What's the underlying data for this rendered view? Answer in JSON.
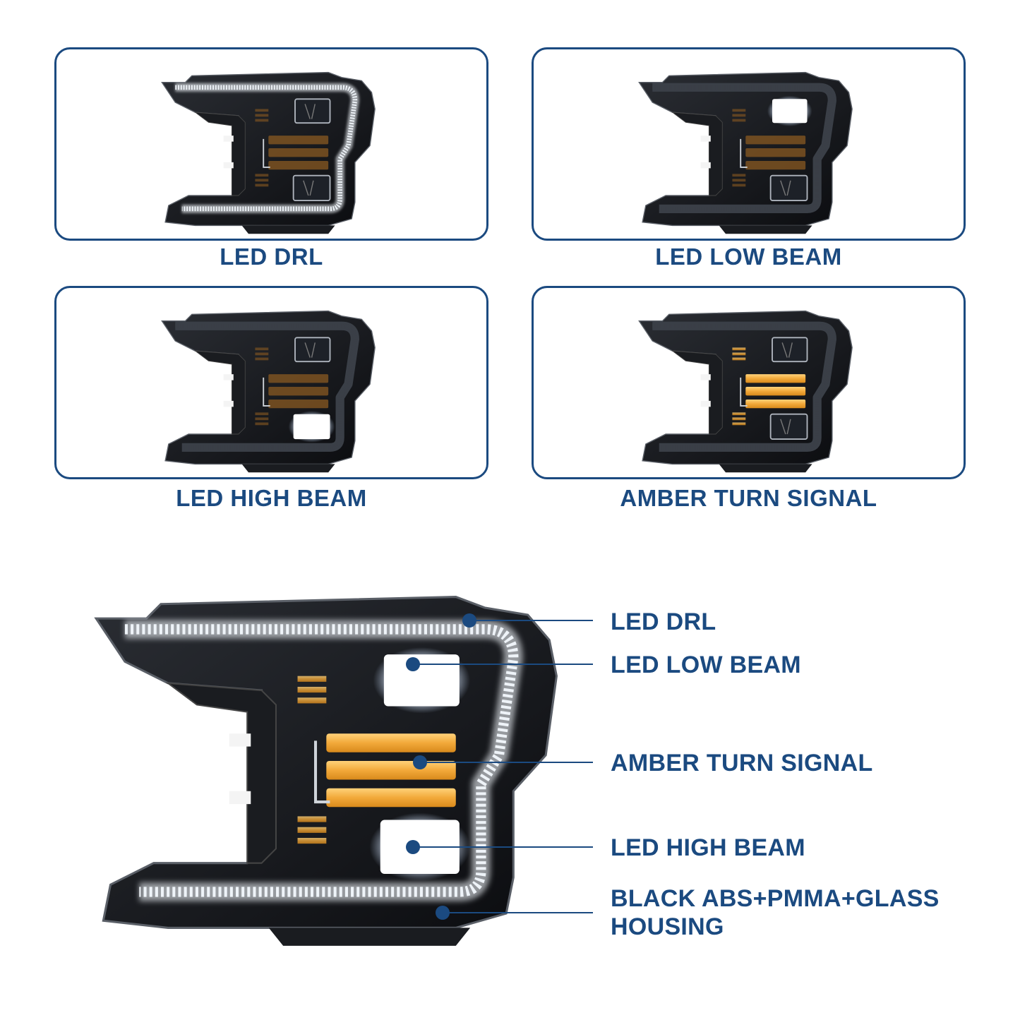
{
  "colors": {
    "brand_navy": "#1b4a80",
    "housing_black": "#121418",
    "drl_white": "#eef3f8",
    "amber": "#f2a93a",
    "amber_dim": "#8a5a22"
  },
  "modes": [
    {
      "label": "LED DRL",
      "drl": true,
      "low": false,
      "high": false,
      "amber": false
    },
    {
      "label": "LED LOW BEAM",
      "drl": false,
      "low": true,
      "high": false,
      "amber": false
    },
    {
      "label": "LED HIGH BEAM",
      "drl": false,
      "low": false,
      "high": true,
      "amber": false
    },
    {
      "label": "AMBER TURN SIGNAL",
      "drl": false,
      "low": false,
      "high": false,
      "amber": true
    }
  ],
  "diagram": {
    "callouts": [
      {
        "id": "drl",
        "label": "LED DRL"
      },
      {
        "id": "low-beam",
        "label": "LED LOW BEAM"
      },
      {
        "id": "turn-signal",
        "label": "AMBER TURN SIGNAL"
      },
      {
        "id": "high-beam",
        "label": "LED HIGH BEAM"
      },
      {
        "id": "housing",
        "label_line1": "BLACK ABS+PMMA+GLASS",
        "label_line2": "HOUSING"
      }
    ]
  }
}
